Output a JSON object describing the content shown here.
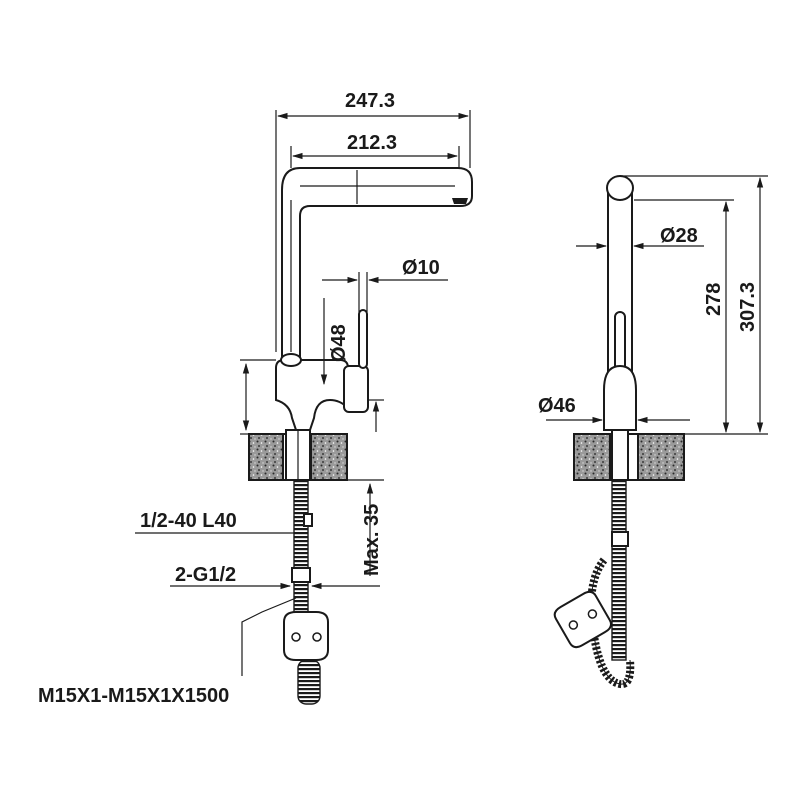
{
  "front_view": {
    "dim_total_reach": "247.3",
    "dim_spout_reach": "212.3",
    "dim_lever_dia": "Ø10",
    "dim_body_dia": "Ø48",
    "dim_max_thickness": "Max. 35",
    "label_supply_hose": "1/2-40 L40",
    "label_connection": "2-G1/2",
    "label_pullout_hose": "M15X1-M15X1X1500"
  },
  "side_view": {
    "dim_spout_dia": "Ø28",
    "dim_base_dia": "Ø46",
    "dim_spout_height": "278",
    "dim_total_height": "307.3"
  }
}
